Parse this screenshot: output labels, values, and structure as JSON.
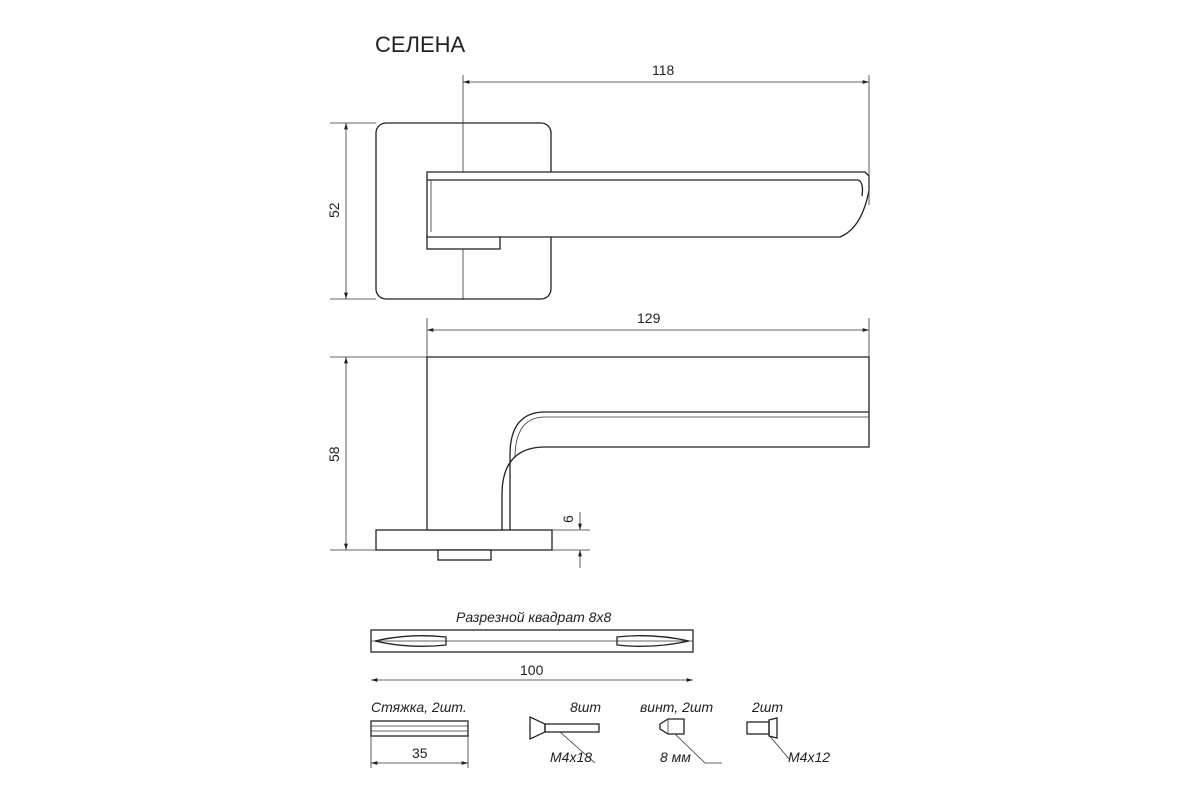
{
  "title": "СЕЛЕНА",
  "dimensions": {
    "top_length": "118",
    "top_height": "52",
    "side_length": "129",
    "side_height": "58",
    "rose_thickness": "6",
    "spindle_length": "100",
    "tie_length": "35"
  },
  "parts": {
    "spindle_label": "Разрезной квадрат 8х8",
    "tie_label": "Стяжка, 2шт.",
    "bolt_qty": "8шт",
    "bolt_size": "М4х18",
    "screw_label": "винт, 2шт",
    "screw_size": "8 мм",
    "nut_qty": "2шт",
    "nut_size": "М4х12"
  }
}
